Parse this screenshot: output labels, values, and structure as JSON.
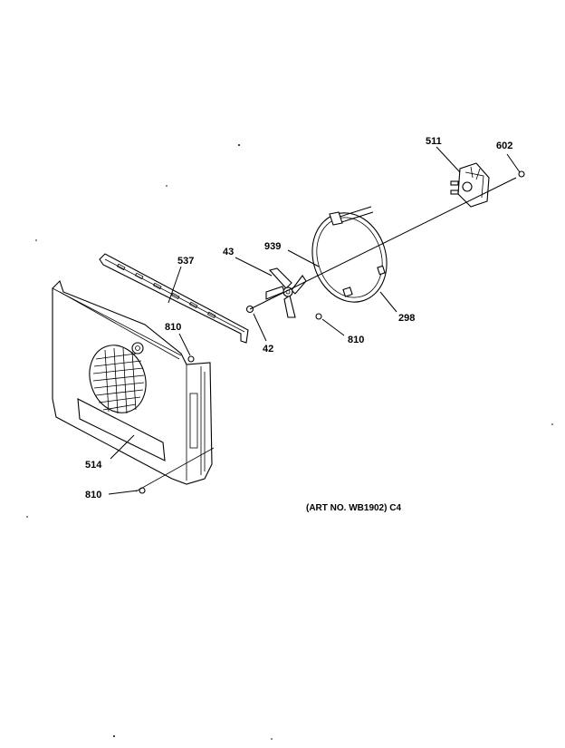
{
  "labels": {
    "p511": "511",
    "p602": "602",
    "p43": "43",
    "p939": "939",
    "p537": "537",
    "p298": "298",
    "p810a": "810",
    "p42": "42",
    "p810b": "810",
    "p514": "514",
    "p810c": "810"
  },
  "caption": "(ART NO. WB1902) C4"
}
